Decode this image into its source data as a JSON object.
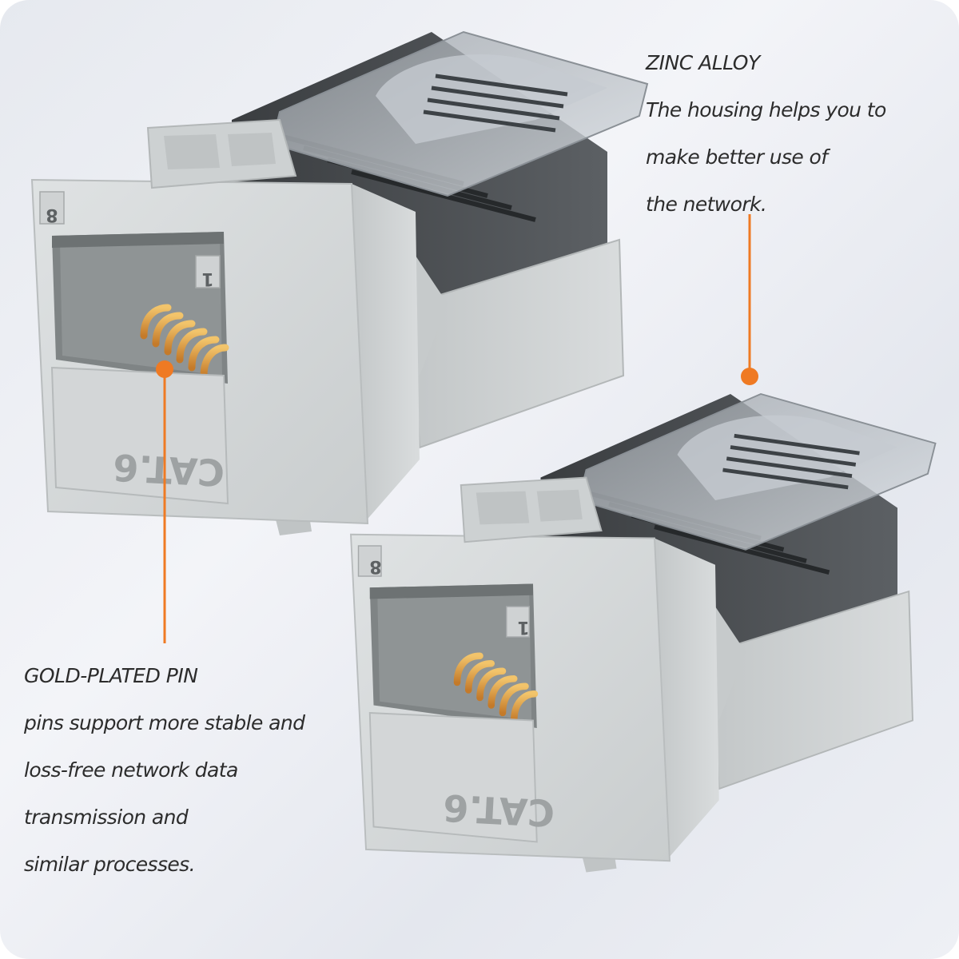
{
  "colors": {
    "accent": "#ef7a23",
    "housing": "#d5d8d9",
    "text": "#2c2c2c",
    "background": "#eceef3"
  },
  "zinc_callout": {
    "title": "ZINC ALLOY",
    "lines": [
      "The housing helps you to",
      "make better use of",
      "the network."
    ]
  },
  "gold_callout": {
    "title": "GOLD-PLATED PIN",
    "lines": [
      "pins support more stable and",
      "loss-free network data",
      "transmission and",
      "similar processes."
    ]
  },
  "jacks": [
    {
      "marking": "CAT.6",
      "pin_first": "1",
      "pin_last": "8"
    },
    {
      "marking": "CAT.6",
      "pin_first": "1",
      "pin_last": "8"
    }
  ]
}
